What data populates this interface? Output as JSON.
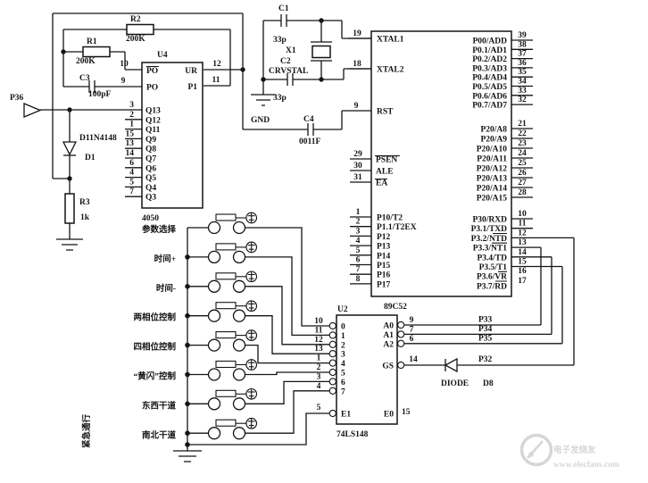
{
  "watermark": {
    "brand": "电子发烧友",
    "url": "www.elecfans.com"
  },
  "mcu": {
    "ref": "89C52",
    "ctrl": {
      "xtal1_num": "19",
      "xtal1": "XTAL1",
      "xtal2_num": "18",
      "xtal2": "XTAL2",
      "rst_num": "9",
      "rst": "RST",
      "psen_num": "29",
      "psen": "PSEN",
      "ale_num": "30",
      "ale": "ALE",
      "ea_num": "31",
      "ea": "EA"
    },
    "p1": [
      {
        "num": "1",
        "label": "P10/T2"
      },
      {
        "num": "2",
        "label": "P1.1/T2EX"
      },
      {
        "num": "3",
        "label": "P12"
      },
      {
        "num": "4",
        "label": "P13"
      },
      {
        "num": "5",
        "label": "P14"
      },
      {
        "num": "6",
        "label": "P15"
      },
      {
        "num": "7",
        "label": "P16"
      },
      {
        "num": "8",
        "label": "P17"
      }
    ],
    "p0": [
      {
        "num": "39",
        "label": "P00/ADD"
      },
      {
        "num": "38",
        "label": "P0.1/AD1"
      },
      {
        "num": "37",
        "label": "P0.2/AD2"
      },
      {
        "num": "36",
        "label": "P0.3/AD3"
      },
      {
        "num": "35",
        "label": "P0.4/AD4"
      },
      {
        "num": "34",
        "label": "P0.5/AD5"
      },
      {
        "num": "33",
        "label": "P0.6/AD6"
      },
      {
        "num": "32",
        "label": "P0.7/AD7"
      }
    ],
    "p2": [
      {
        "num": "21",
        "label": "P20/A8"
      },
      {
        "num": "22",
        "label": "P20/A9"
      },
      {
        "num": "23",
        "label": "P20/A10"
      },
      {
        "num": "24",
        "label": "P20/A11"
      },
      {
        "num": "25",
        "label": "P20/A12"
      },
      {
        "num": "26",
        "label": "P20/A13"
      },
      {
        "num": "27",
        "label": "P20/A14"
      },
      {
        "num": "28",
        "label": "P20/A15"
      }
    ],
    "p3": [
      {
        "num": "10",
        "label": "P30/RXD"
      },
      {
        "num": "11",
        "label": "P3.1/TXD"
      },
      {
        "num": "12",
        "label": "P3.2/NTD"
      },
      {
        "num": "13",
        "label": "P3.3/NT1"
      },
      {
        "num": "14",
        "label": "P3.4/TD"
      },
      {
        "num": "15",
        "label": "P3.5/T1"
      },
      {
        "num": "16",
        "label": "P3.6/VR"
      },
      {
        "num": "17",
        "label": "P3.7/RD"
      }
    ]
  },
  "u4": {
    "ref": "U4",
    "part": "4050",
    "pin10": "10",
    "pin9": "9",
    "pin12": "12",
    "pin11": "11",
    "po_bar": "PO",
    "po": "PO",
    "ur": "UR",
    "p1": "P1",
    "q": [
      {
        "num": "3",
        "label": "Q13"
      },
      {
        "num": "2",
        "label": "Q12"
      },
      {
        "num": "1",
        "label": "Q11"
      },
      {
        "num": "15",
        "label": "Q9"
      },
      {
        "num": "13",
        "label": "Q8"
      },
      {
        "num": "14",
        "label": "Q7"
      },
      {
        "num": "6",
        "label": "Q6"
      },
      {
        "num": "4",
        "label": "Q5"
      },
      {
        "num": "5",
        "label": "Q4"
      },
      {
        "num": "7",
        "label": "Q3"
      }
    ]
  },
  "u2": {
    "ref": "U2",
    "part": "74LS148",
    "inputs": [
      {
        "num": "10",
        "label": "0"
      },
      {
        "num": "11",
        "label": "1"
      },
      {
        "num": "12",
        "label": "2"
      },
      {
        "num": "13",
        "label": "3"
      },
      {
        "num": "1",
        "label": "4"
      },
      {
        "num": "2",
        "label": "5"
      },
      {
        "num": "3",
        "label": "6"
      },
      {
        "num": "4",
        "label": "7"
      }
    ],
    "e1_num": "5",
    "e1": "E1",
    "e0": "E0",
    "e0_num": "15",
    "outputs": [
      {
        "num": "9",
        "label": "A0"
      },
      {
        "num": "7",
        "label": "A1"
      },
      {
        "num": "6",
        "label": "A2"
      }
    ],
    "gs_num": "14",
    "gs": "GS"
  },
  "components": {
    "r1": "R1",
    "r1_val": "200K",
    "r2": "R2",
    "r2_val": "200K",
    "r3": "R3",
    "r3_val": "1k",
    "c1": "C1",
    "c1_val": "33p",
    "c2": "C2",
    "c2_type": "CRVSTAL",
    "c2_val": "33p",
    "c3": "C3",
    "c3_val": "100pF",
    "c4": "C4",
    "c4_val": "0011F",
    "x1": "X1",
    "gnd": "GND",
    "p36": "P36",
    "d1_part": "D11N4148",
    "d1": "D1",
    "d8_type": "DIODE",
    "d8": "D8"
  },
  "nets": {
    "p33": "P33",
    "p34": "P34",
    "p35": "P35",
    "p32": "P32"
  },
  "buttons": {
    "labels": [
      "参数选择",
      "时间+",
      "时间-",
      "两相位控制",
      "四相位控制",
      "“黄闪”控制",
      "东西干道",
      "南北干道"
    ],
    "side_label": "紧急通行"
  }
}
